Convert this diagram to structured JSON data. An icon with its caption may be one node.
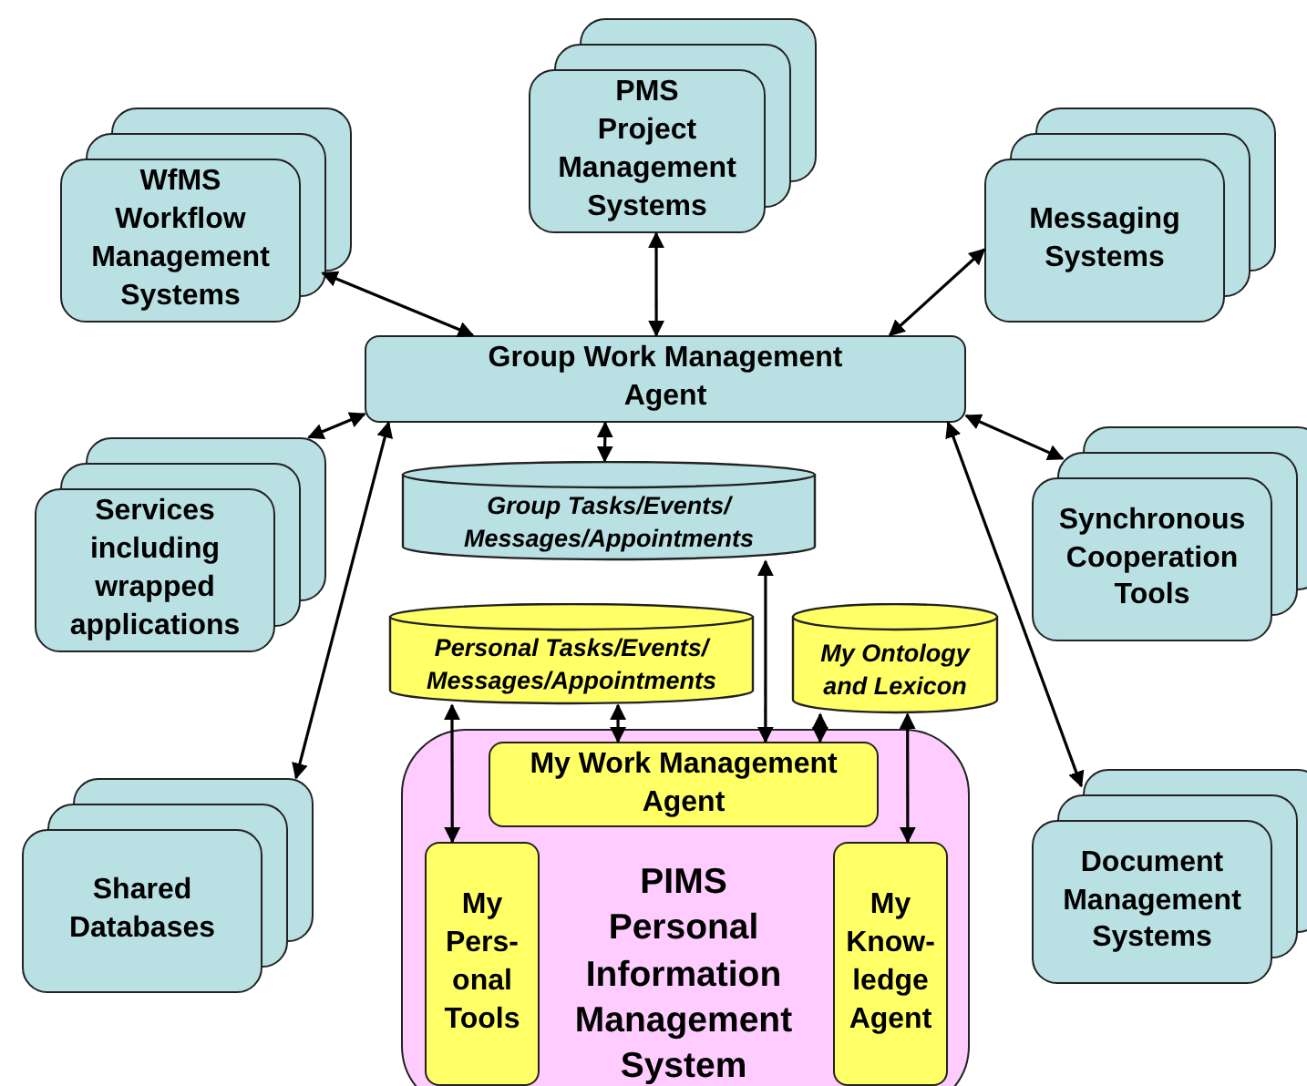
{
  "diagram": {
    "nodes": [
      {
        "text": [
          "PMS",
          "Project Management Systems"
        ]
      },
      {
        "text": [
          "WfMS",
          "Workflow Management Systems"
        ]
      },
      {
        "text": [
          "Messaging Systems"
        ]
      },
      {
        "text": [
          "Group Work Management Agent"
        ]
      },
      {
        "text": [
          "Services including wrapped applications"
        ]
      },
      {
        "text": [
          "Group Tasks/Events/ Messages/Appointments"
        ]
      },
      {
        "text": [
          "Synchronous Cooperation Tools"
        ]
      },
      {
        "text": [
          "Personal Tasks/Events/ Messages/Appointments"
        ]
      },
      {
        "text": [
          "My Ontology and Lexicon"
        ]
      },
      {
        "text": [
          "PIMS",
          "Personal Information Management System"
        ]
      },
      {
        "text": [
          "My Work Management Agent"
        ],
        "in": 9
      },
      {
        "text": [
          "My Pers- onal Tools"
        ],
        "in": 9
      },
      {
        "text": [
          "My Know- ledge Agent"
        ],
        "in": 9
      },
      {
        "text": [
          "Shared Databases"
        ]
      },
      {
        "text": [
          "Document Management Systems"
        ]
      }
    ],
    "edges": [
      {
        "from": 1,
        "to": 3,
        "arrow": "both"
      },
      {
        "from": 0,
        "to": 3,
        "arrow": "both"
      },
      {
        "from": 2,
        "to": 3,
        "arrow": "both"
      },
      {
        "from": 4,
        "to": 3,
        "arrow": "both"
      },
      {
        "from": 3,
        "to": 5,
        "arrow": "both"
      },
      {
        "from": 3,
        "to": 6,
        "arrow": "both"
      },
      {
        "from": 13,
        "to": 3,
        "arrow": "both"
      },
      {
        "from": 14,
        "to": 3,
        "arrow": "both"
      },
      {
        "from": 7,
        "to": 11,
        "arrow": "both"
      },
      {
        "from": 7,
        "to": 10,
        "arrow": "both"
      },
      {
        "from": 5,
        "to": 10,
        "arrow": "both"
      },
      {
        "from": 8,
        "to": 10,
        "arrow": "both"
      },
      {
        "from": 8,
        "to": 12,
        "arrow": "both"
      }
    ]
  }
}
